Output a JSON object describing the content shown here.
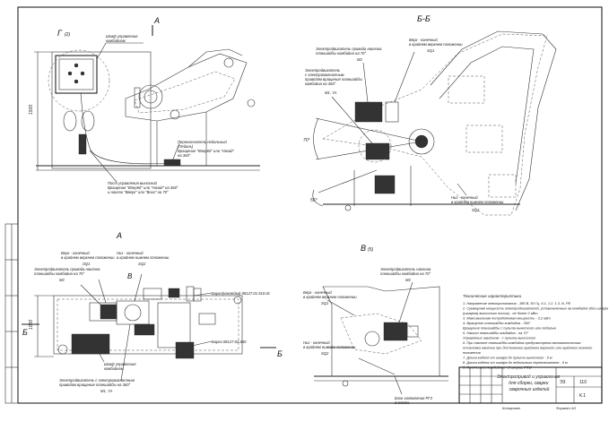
{
  "views": {
    "g_marker": "Г",
    "g_scale": "(2)",
    "a_top": "А",
    "bb_title": "Б-Б",
    "a_plan": "А",
    "b_plan_left": "Б",
    "b_plan_right": "Б",
    "v_marker": "В",
    "v_scale": "(5)",
    "v_in_plan": "В"
  },
  "labels": {
    "control_box": [
      "Шкаф управления",
      "комбайном"
    ],
    "switch": [
      "Переключатель педальный",
      "(Педаль)",
      "Вращение \"Вперёд\" или \"Назад\"",
      "на 360°"
    ],
    "post": [
      "Пост управления выносной",
      "Вращение \"Вперёд\" или \"Назад\" на 360°",
      "и наклон \"Вверх\" или \"Вниз\" на 70°"
    ],
    "bb_motor_tilt": [
      "Электродвигатель привода наклона",
      "планшайбы комбайна на 70°",
      "M2"
    ],
    "bb_limit_top": [
      "Верх - конечный",
      "в крайнем верхнем положении",
      "SQ1"
    ],
    "bb_motor_rot": [
      "Электродвигатель",
      "с электромагнитным",
      "приводом вращения планшайбы",
      "комбайна на 360°",
      "M1, YA"
    ],
    "bb_limit_bottom": [
      "Низ - конечный",
      "в крайнем нижнем положении",
      "SQ2"
    ],
    "a_limit_top": [
      "Верх - конечный",
      "в крайнем верхнем положении",
      "SQ1"
    ],
    "a_limit_bottom": [
      "Низ - конечный",
      "в крайнем нижнем положении",
      "SQ2"
    ],
    "a_motor_tilt": [
      "Электродвигатель привода наклона",
      "планшайбы комбайна на 70°",
      "M2"
    ],
    "a_control_box": [
      "Шкаф управления",
      "комбайном"
    ],
    "a_motor_rot": [
      "Электродвигатель с электромагнитным",
      "приводом вращения планшайбы на 360°",
      "M1, YA"
    ],
    "tag1": "Бирка(наклейка) 08127.01.510.01",
    "tag2": "Бирка 08127.02.630",
    "v_motor": [
      "Электродвигатель наклона",
      "планшайбы комбайна на 70°",
      "M2"
    ],
    "v_top": [
      "Верх - конечный",
      "в крайнем верхнем положении",
      "SQ1"
    ],
    "v_bottom": [
      "Низ - конечный",
      "в крайнем нижнем положении",
      "SQ2"
    ],
    "base": [
      "Блок заземления РГ3",
      "2 места"
    ]
  },
  "dims": {
    "h1": "1500",
    "h2": "1000",
    "ang1": "70°",
    "ang2": "55°"
  },
  "tech_title": "Технические характеристики",
  "tech": [
    "1. Напряжение электропитания - 380 В, 50 Гц, 6.1, 1.2, 1.3, N, PE",
    "2. Суммарная мощность электродвигателей, установленных на комбайне (без шкафа",
    "   (шкафов) выносного поста) - не более 2 кВт",
    "3. Максимальная потребляемая мощность - 3,2 кВт",
    "4. Вращение планшайбы комбайна - 360°",
    "   Вращение планшайбы с пульта выносного или педалью",
    "5. Наклон планшайбы комбайна - на 70°",
    "   Управление наклоном - с пульта выносного",
    "6. При наклоне планшайбы комбайна предусмотрена автоматическая",
    "   остановка наклона при достижении крайнего верхнего или крайнего нижнего",
    "   положения",
    "7. Длина кабеля от шкафа до пульта выносного - 5 м",
    "8. Длина кабеля от шкафа до педального переключателя - 5 м",
    "9. Количество комбайнов - 2 штуки, PRO"
  ],
  "title_block": {
    "name": [
      "Электропривод и управление",
      "для сборки, сварки",
      "сварочных изделий"
    ],
    "mark": "Э3",
    "sheet": "110",
    "code": "К.1",
    "copied": "Копировал",
    "format": "Формат А3"
  }
}
